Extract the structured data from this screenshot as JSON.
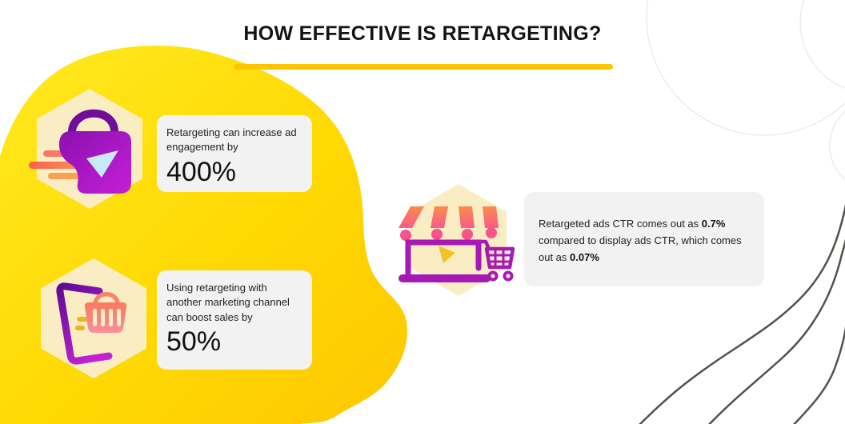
{
  "header": {
    "title": "HOW EFFECTIVE IS RETARGETING?"
  },
  "stats": [
    {
      "icon": "shopping-bag-send-icon",
      "label": "Retargeting can increase ad engagement by",
      "value": "400%"
    },
    {
      "icon": "door-shopping-basket-icon",
      "label": "Using retargeting with another marketing channel can boost sales by",
      "value": "50%"
    },
    {
      "icon": "online-store-cart-icon",
      "parts": {
        "p1": "Retargeted ads CTR comes out as ",
        "b1": "0.7%",
        "p2": " compared to display ads CTR, which comes out as ",
        "b2": "0.07%"
      }
    }
  ],
  "colors": {
    "blob_yellow_light": "#ffe920",
    "blob_yellow_dark": "#fec701",
    "underline_gold": "#fdc500",
    "hexagon_cream": "#faedc3",
    "card_gray": "#f2f2f2",
    "purple_dark": "#6d0d9c",
    "purple_bright": "#c92bd8",
    "coral": "#f8715e",
    "pink": "#f85c86",
    "orange": "#fa8b4d",
    "cursor_blue": "#c8e9f8",
    "cursor_yellow": "#f2c423",
    "wave_line": "#52524a",
    "circle_outline": "#e9e9e9",
    "text_dark": "#1f1f1f"
  }
}
